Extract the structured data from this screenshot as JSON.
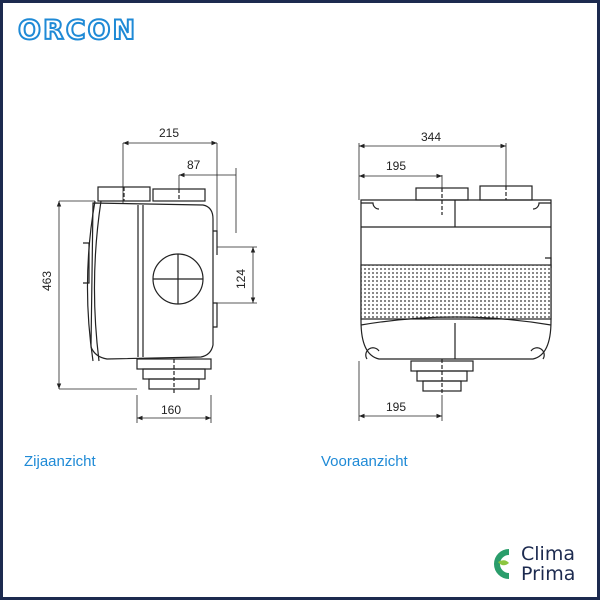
{
  "header": {
    "logo_text": "ORCON"
  },
  "side_view": {
    "caption": "Zijaanzicht",
    "dims": {
      "width_top": "215",
      "offset_top": "87",
      "height": "463",
      "duct": "124",
      "width_bottom": "160"
    }
  },
  "front_view": {
    "caption": "Vooraanzicht",
    "dims": {
      "width_top": "344",
      "offset_top": "195",
      "offset_bottom": "195"
    }
  },
  "footer": {
    "brand_line1": "Clima",
    "brand_line2": "Prima",
    "brand_icon": "leaf-c-icon",
    "brand_colors": [
      "#2a9d6b",
      "#8cc63f",
      "#1c2a4f"
    ]
  },
  "colors": {
    "frame": "#1c2a4f",
    "accent": "#1f8ad6",
    "line": "#222222"
  }
}
